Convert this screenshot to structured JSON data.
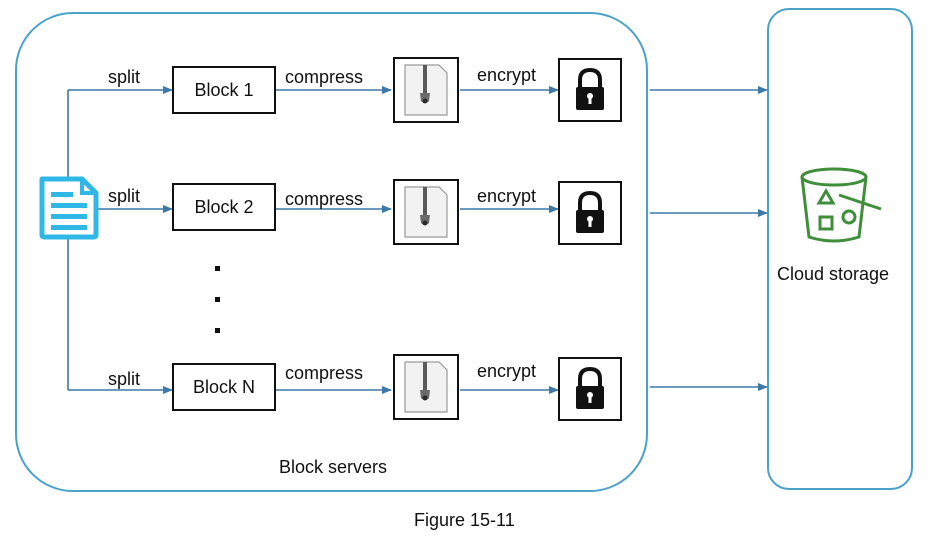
{
  "diagram": {
    "rows": [
      {
        "split": "split",
        "block": "Block 1",
        "compress": "compress",
        "encrypt": "encrypt"
      },
      {
        "split": "split",
        "block": "Block 2",
        "compress": "compress",
        "encrypt": "encrypt"
      },
      {
        "split": "split",
        "block": "Block N",
        "compress": "compress",
        "encrypt": "encrypt"
      }
    ],
    "group_label": "Block servers",
    "storage_label": "Cloud storage",
    "caption": "Figure 15-11",
    "colors": {
      "border": "#4aa3c7",
      "arrow": "#3c78a8",
      "doc_icon": "#2fb8e6",
      "bucket_icon": "#3f8f3a"
    },
    "icons": {
      "source": "document-icon",
      "compress": "zip-file-icon",
      "encrypt": "lock-icon",
      "storage": "bucket-icon"
    }
  }
}
